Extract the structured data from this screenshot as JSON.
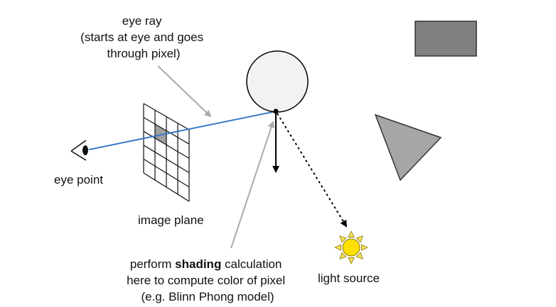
{
  "labels": {
    "eye_ray": [
      "eye ray",
      "(starts at eye and goes",
      "through pixel)"
    ],
    "eye_point": "eye point",
    "image_plane": "image plane",
    "shading": {
      "line1_before": "perform ",
      "line1_bold": "shading",
      "line1_after": " calculation",
      "line2": "here to compute color of pixel",
      "line3": "(e.g. Blinn Phong model)"
    },
    "light_source": "light source"
  },
  "grid": {
    "rows": 5,
    "cols": 4,
    "highlight_row": 1,
    "highlight_col": 1
  },
  "icons": {
    "eye": "eye-icon",
    "light": "sun-icon"
  },
  "colors": {
    "ray": "#3a78c9",
    "sphere_fill": "#f2f2f2",
    "rectangle": "#808080",
    "triangle": "#a6a6a6",
    "pixel_highlight": "#a0a0a0",
    "pointer": "#aaaaaa",
    "sun_core": "#ffe000",
    "sun_rays": "#f5e15a"
  }
}
